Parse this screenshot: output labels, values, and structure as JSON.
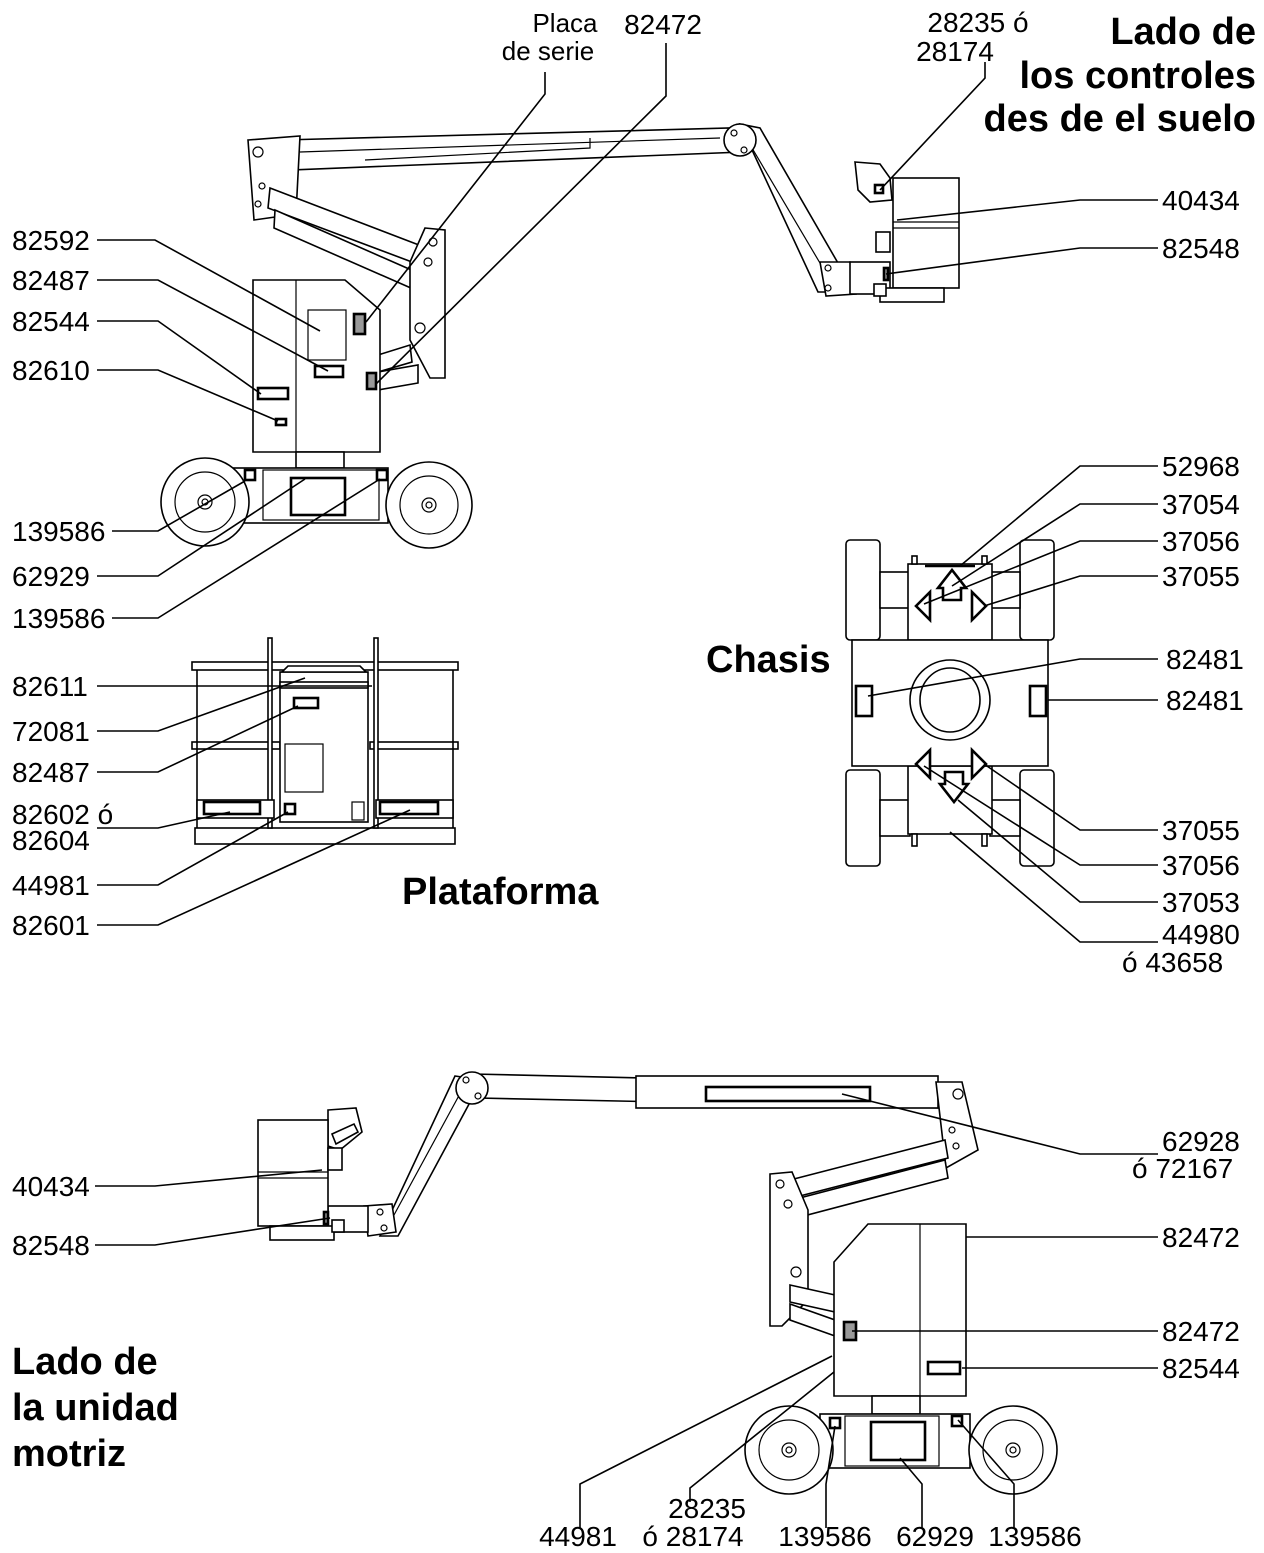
{
  "titles": {
    "ground_side": [
      "Lado de",
      "los controles",
      "des de el suelo"
    ],
    "platform": "Plataforma",
    "chassis": "Chasis",
    "drive_side": [
      "Lado de",
      "la unidad",
      "motriz"
    ]
  },
  "ground_side": {
    "serial_plate": [
      "Placa",
      "de serie"
    ],
    "top_82472": "82472",
    "top_28235": [
      "28235 ó",
      "28174"
    ],
    "left": [
      "82592",
      "82487",
      "82544",
      "82610",
      "139586",
      "62929",
      "139586"
    ],
    "right": [
      "40434",
      "82548"
    ]
  },
  "platform": {
    "labels": [
      "82611",
      "72081",
      "82487",
      [
        "82602 ó",
        "82604"
      ],
      "44981",
      "82601"
    ]
  },
  "chassis": {
    "labels": [
      "52968",
      "37054",
      "37056",
      "37055",
      "82481",
      "82481",
      "37055",
      "37056",
      "37053",
      [
        "44980",
        "ó 43658"
      ]
    ]
  },
  "drive_side": {
    "left": [
      "40434",
      "82548"
    ],
    "right": [
      [
        "62928",
        "ó 72167"
      ],
      "82472",
      "82472",
      "82544"
    ],
    "bottom": [
      "44981",
      [
        "28235",
        "ó 28174"
      ],
      "139586",
      "62929",
      "139586"
    ]
  }
}
